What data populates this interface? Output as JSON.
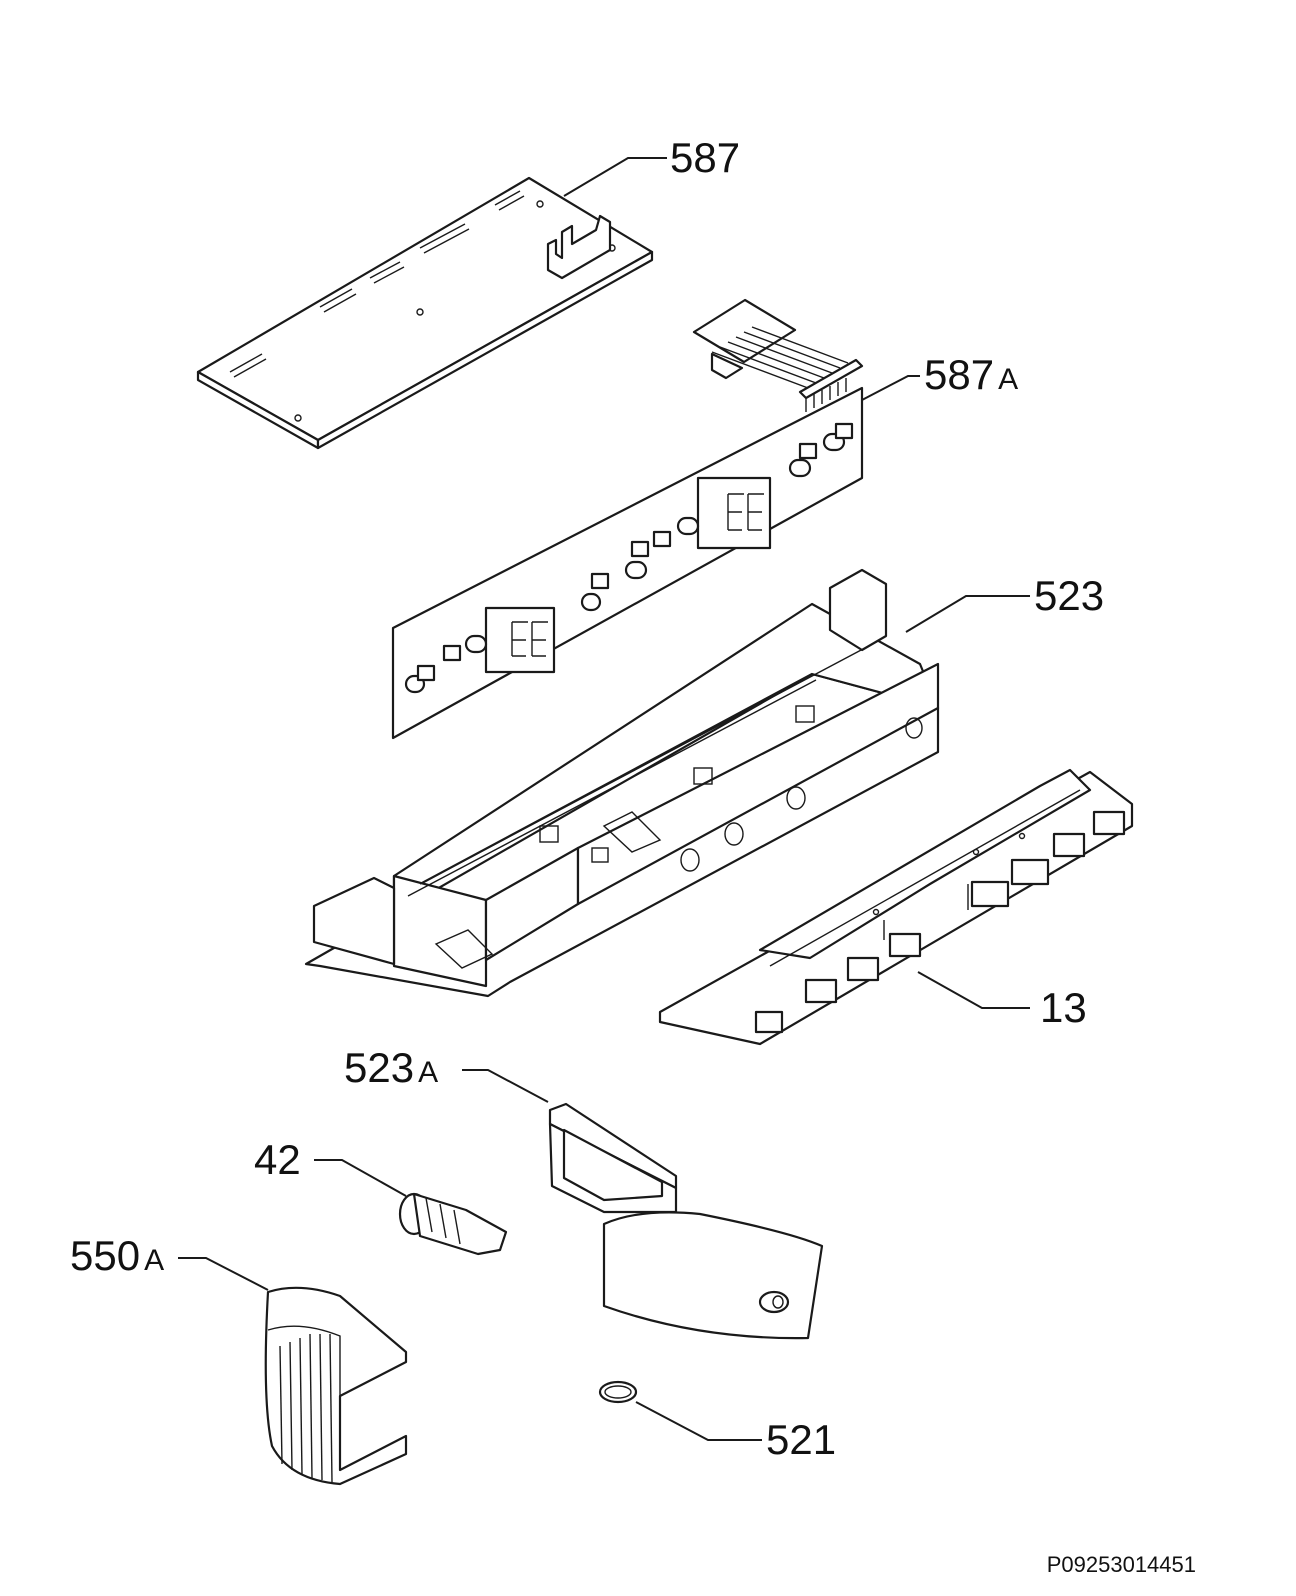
{
  "labels": {
    "board_587": {
      "num": "587",
      "suffix": ""
    },
    "display_587a": {
      "num": "587",
      "suffix": "A"
    },
    "housing_523": {
      "num": "523",
      "suffix": ""
    },
    "bracket_13": {
      "num": "13",
      "suffix": ""
    },
    "cover_523a": {
      "num": "523",
      "suffix": "A"
    },
    "plug_42": {
      "num": "42",
      "suffix": ""
    },
    "cap_550a": {
      "num": "550",
      "suffix": "A"
    },
    "ring_521": {
      "num": "521",
      "suffix": ""
    }
  },
  "reference_code": "P09253014451"
}
